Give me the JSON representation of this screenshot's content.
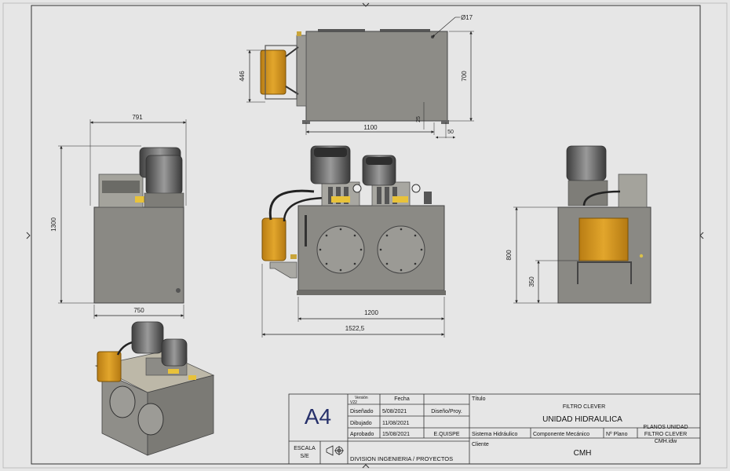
{
  "drawing": {
    "views": {
      "top": {
        "dims": {
          "width": "1100",
          "height": "700",
          "tank_depth": "446",
          "hole": "Ø17",
          "offset_small": "25",
          "offset_right": "50"
        }
      },
      "side_left": {
        "dims": {
          "height": "1300",
          "width_base": "750",
          "width_top": "791"
        }
      },
      "front": {
        "dims": {
          "width_tank": "1200",
          "width_total": "1522,5"
        }
      },
      "side_right": {
        "dims": {
          "height_a": "800",
          "height_b": "350"
        }
      }
    }
  },
  "title_block": {
    "sheet_size": "A4",
    "version_label": "Versión",
    "version_value": "V22",
    "fecha_header": "Fecha",
    "rows": [
      {
        "label": "Diseñado",
        "date": "5/08/2021",
        "extra": "Diseño/Proy."
      },
      {
        "label": "Dibujado",
        "date": "11/08/2021",
        "extra": ""
      },
      {
        "label": "Aprobado",
        "date": "15/08/2021",
        "extra": "E.QUISPE"
      }
    ],
    "titulo_label": "Título",
    "title_line1": "FILTRO CLEVER",
    "title_line2": "UNIDAD HIDRAULICA",
    "file_line1": "PLANOS UNIDAD",
    "file_line2": "FILTRO CLEVER",
    "file_line3": "CMH.idw",
    "sistema": "Sistema Hidráulico",
    "componente": "Componente Mecánico",
    "nro_plano": "Nº Plano",
    "escala_label": "ESCALA",
    "escala_value": "S/E",
    "division": "DIVISION INGENIERIA / PROYECTOS",
    "cliente_label": "Cliente",
    "cliente_value": "CMH"
  },
  "colors": {
    "steel": "#8b8a85",
    "steel_dark": "#6f6e6a",
    "orange": "#d99a22",
    "paper": "#e6e6e6"
  }
}
